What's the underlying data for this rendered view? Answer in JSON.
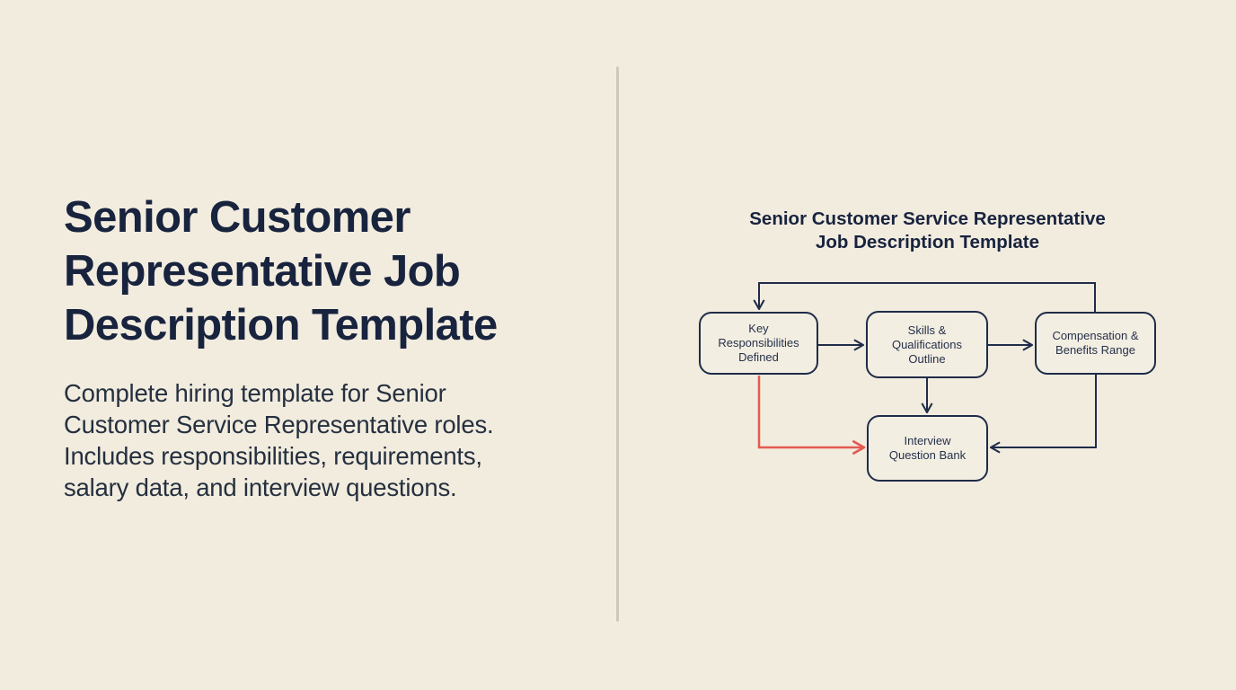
{
  "colors": {
    "background": "#f2ecdf",
    "divider": "#d0c9b8",
    "navy": "#1f2c49",
    "heading_text": "#18233e",
    "body_text": "#25303f",
    "red_accent": "#e45a50",
    "node_fill": "#f3eee2"
  },
  "left_panel": {
    "heading": "Senior Customer\nRepresentative Job\nDescription Template",
    "description": "Complete hiring template for Senior\nCustomer Service Representative roles.\nIncludes responsibilities, requirements,\nsalary data, and interview questions."
  },
  "diagram": {
    "title": "Senior Customer Service Representative\nJob Description Template",
    "nodes": [
      {
        "id": "key-responsibilities",
        "label": "Key\nResponsibilities\nDefined"
      },
      {
        "id": "skills-qualifications",
        "label": "Skills &\nQualifications\nOutline"
      },
      {
        "id": "compensation-benefits",
        "label": "Compensation &\nBenefits Range"
      },
      {
        "id": "interview-question-bank",
        "label": "Interview\nQuestion Bank"
      }
    ],
    "edges": [
      {
        "from": "compensation-benefits",
        "to": "key-responsibilities",
        "color": "#1f2c49",
        "route": "top-feedback-loop"
      },
      {
        "from": "key-responsibilities",
        "to": "skills-qualifications",
        "color": "#1f2c49",
        "route": "horizontal"
      },
      {
        "from": "skills-qualifications",
        "to": "compensation-benefits",
        "color": "#1f2c49",
        "route": "horizontal"
      },
      {
        "from": "skills-qualifications",
        "to": "interview-question-bank",
        "color": "#1f2c49",
        "route": "vertical"
      },
      {
        "from": "key-responsibilities",
        "to": "interview-question-bank",
        "color": "#e45a50",
        "route": "down-then-right"
      },
      {
        "from": "compensation-benefits",
        "to": "interview-question-bank",
        "color": "#1f2c49",
        "route": "down-then-left"
      }
    ]
  }
}
